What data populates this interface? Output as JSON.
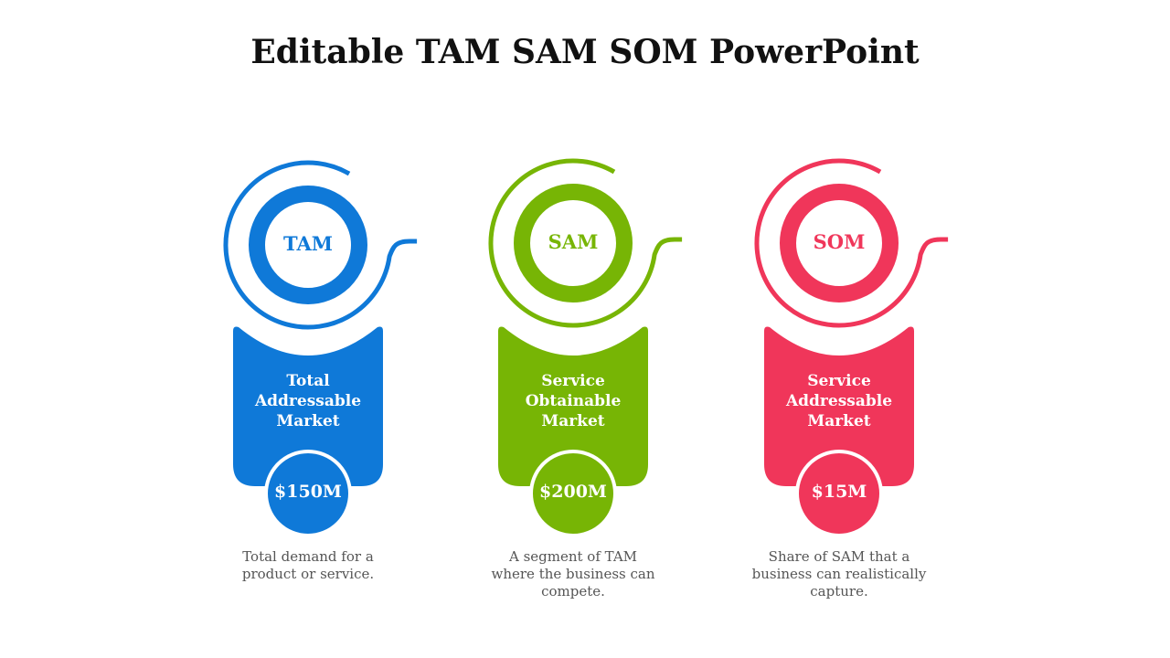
{
  "title": "Editable TAM SAM SOM PowerPoint",
  "items": [
    {
      "abbr": "TAM",
      "label_lines": [
        "Total",
        "Addressable",
        "Market"
      ],
      "value": "$150M",
      "description_lines": [
        "Total demand for a",
        "product or service."
      ],
      "color": "#0f79d8"
    },
    {
      "abbr": "SAM",
      "label_lines": [
        "Service",
        "Obtainable",
        "Market"
      ],
      "value": "$200M",
      "description_lines": [
        "A segment of TAM",
        "where the business can",
        "compete."
      ],
      "color": "#77b505"
    },
    {
      "abbr": "SOM",
      "label_lines": [
        "Service",
        "Addressable",
        "Market"
      ],
      "value": "$15M",
      "description_lines": [
        "Share of SAM that a",
        "business can realistically",
        "capture."
      ],
      "color": "#f0365a"
    }
  ]
}
